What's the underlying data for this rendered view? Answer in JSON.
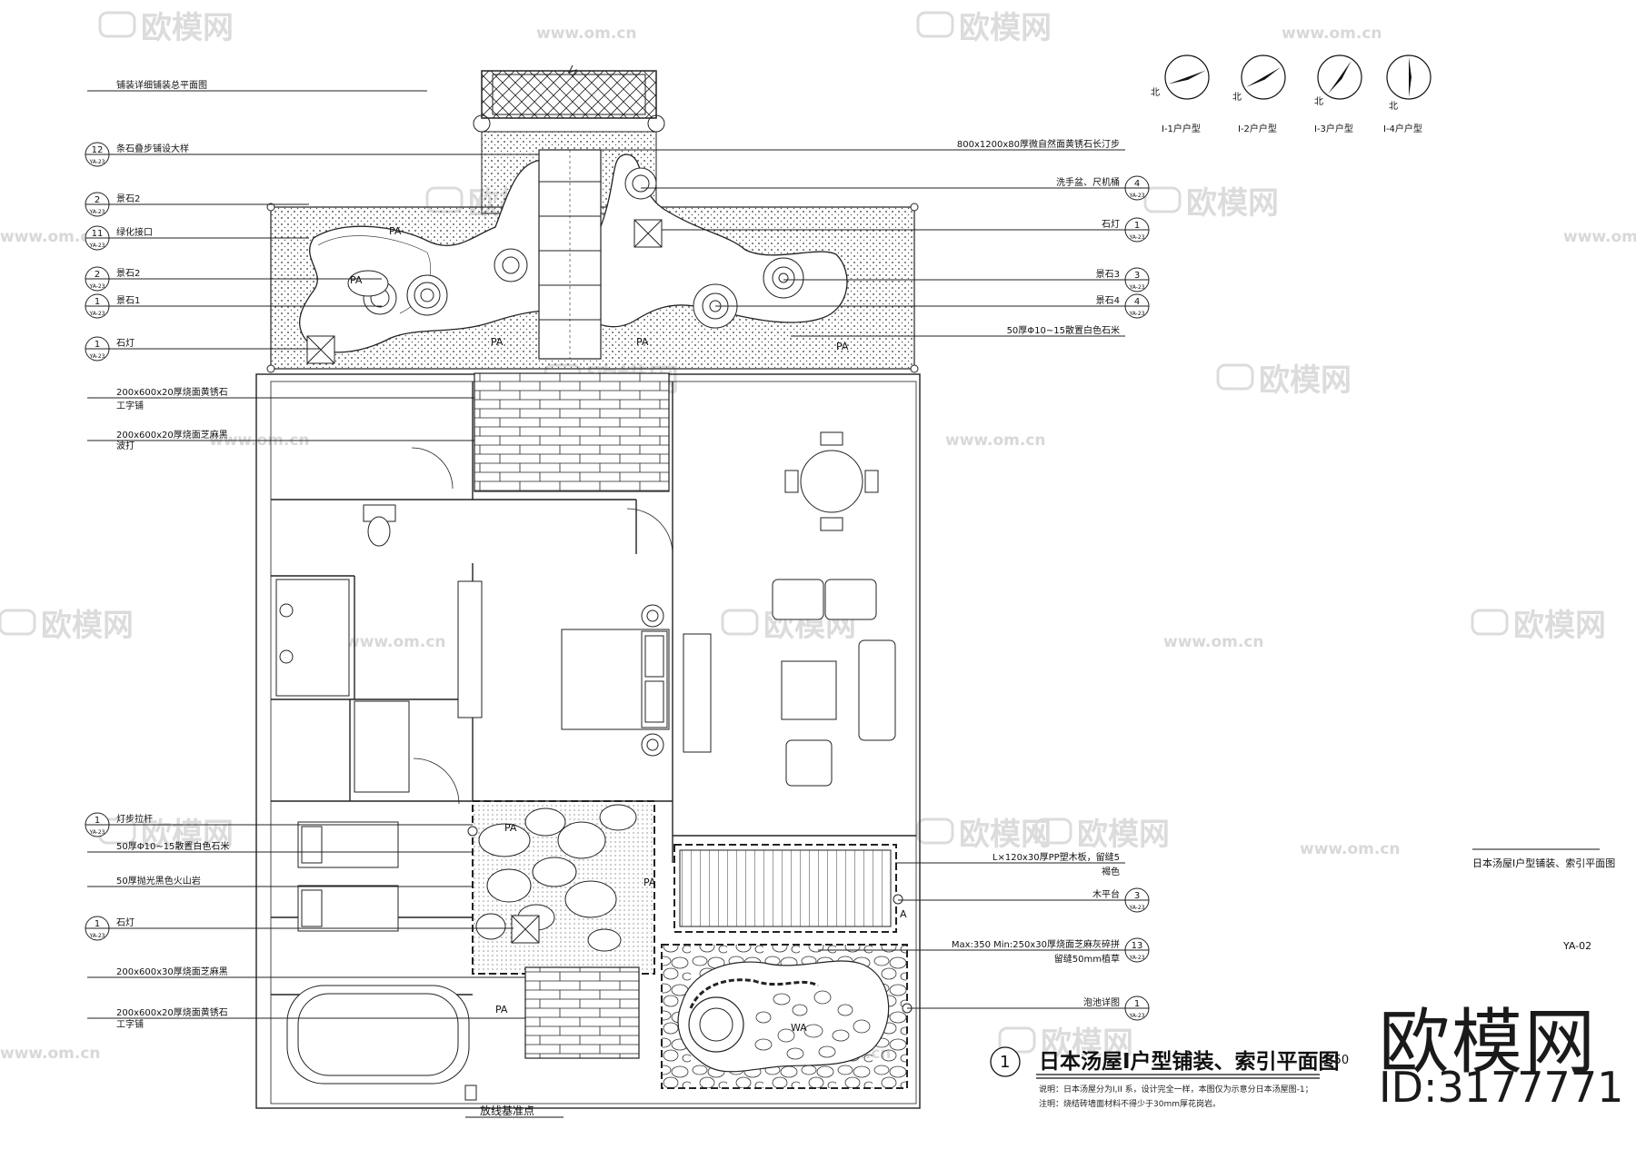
{
  "drawing": {
    "title": "日本汤屋I户型铺装、索引平面图",
    "scale": "1:50",
    "title_number": "1",
    "notes": [
      "说明：日本汤屋分为I,II 系，设计完全一样，本图仅为示意分日本汤屋图-1；",
      "注明：烧结砖墙面材料不得少于30mm厚花岗岩。"
    ],
    "side_label": "日本汤屋I户型铺装、索引平面图",
    "sheet_no": "YA-02",
    "base_point_label": "放线基准点",
    "brand_name": "欧模网",
    "brand_id": "ID:3177771"
  },
  "watermarks": {
    "logo_text": "欧模网",
    "url_text": "www.om.cn"
  },
  "compass": [
    {
      "label": "I-1户户型",
      "north": "北"
    },
    {
      "label": "I-2户户型",
      "north": "北"
    },
    {
      "label": "I-3户户型",
      "north": "北"
    },
    {
      "label": "I-4户户型",
      "north": "北"
    }
  ],
  "left_callouts": [
    {
      "text": "铺装详细铺装总平面图",
      "num": "",
      "sheet": ""
    },
    {
      "text": "条石叠步铺设大样",
      "num": "12",
      "sheet": "YA-23"
    },
    {
      "text": "景石2",
      "num": "2",
      "sheet": "YA-23"
    },
    {
      "text": "绿化接口",
      "num": "11",
      "sheet": "YA-23"
    },
    {
      "text": "景石2",
      "num": "2",
      "sheet": "YA-23"
    },
    {
      "text": "景石1",
      "num": "1",
      "sheet": "YA-23"
    },
    {
      "text": "石灯",
      "num": "1",
      "sheet": "YA-23"
    },
    {
      "text": "200x600x20厚烧面黄锈石",
      "num": "",
      "sheet": ""
    },
    {
      "text": "工字铺",
      "num": "",
      "sheet": ""
    },
    {
      "text": "200x600x20厚烧面芝麻黑",
      "num": "",
      "sheet": ""
    },
    {
      "text": "波打",
      "num": "",
      "sheet": ""
    },
    {
      "text": "灯步拉杆",
      "num": "1",
      "sheet": "YA-23"
    },
    {
      "text": "50厚Φ10~15散置白色石米",
      "num": "",
      "sheet": ""
    },
    {
      "text": "50厚抛光黑色火山岩",
      "num": "",
      "sheet": ""
    },
    {
      "text": "石灯",
      "num": "1",
      "sheet": "YA-23"
    },
    {
      "text": "200x600x30厚烧面芝麻黑",
      "num": "",
      "sheet": ""
    },
    {
      "text": "200x600x20厚烧面黄锈石",
      "num": "",
      "sheet": ""
    },
    {
      "text": "工字铺",
      "num": "",
      "sheet": ""
    }
  ],
  "right_callouts": [
    {
      "text": "800x1200x80厚微自然面黄锈石长汀步",
      "num": "",
      "sheet": ""
    },
    {
      "text": "洗手盆、尺机桶",
      "num": "4",
      "sheet": "YA-23"
    },
    {
      "text": "石灯",
      "num": "1",
      "sheet": "YA-23"
    },
    {
      "text": "景石3",
      "num": "3",
      "sheet": "YA-23"
    },
    {
      "text": "景石4",
      "num": "4",
      "sheet": "YA-23"
    },
    {
      "text": "50厚Φ10~15散置白色石米",
      "num": "",
      "sheet": ""
    },
    {
      "text": "L×120x30厚PP塑木板，留缝5",
      "num": "",
      "sheet": ""
    },
    {
      "text": "褐色",
      "num": "",
      "sheet": ""
    },
    {
      "text": "木平台",
      "num": "3",
      "sheet": "YA-23"
    },
    {
      "text": "Max:350 Min:250x30厚烧面芝麻灰碎拼",
      "num": "13",
      "sheet": "YA-23"
    },
    {
      "text": "留缝50mm植草",
      "num": "",
      "sheet": ""
    },
    {
      "text": "泡池详图",
      "num": "1",
      "sheet": "YA-23"
    }
  ],
  "area_labels": [
    "PA",
    "PA",
    "PA",
    "PA",
    "PA",
    "PA",
    "PA",
    "PA",
    "WA",
    "A"
  ]
}
